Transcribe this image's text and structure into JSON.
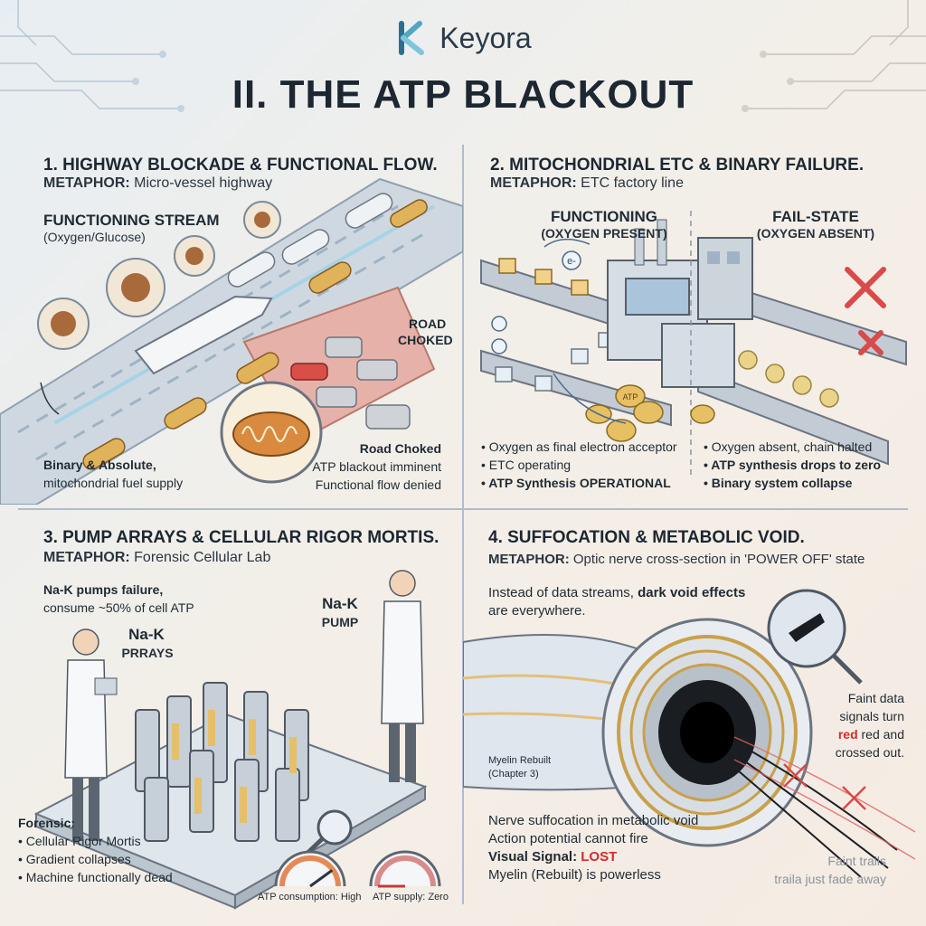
{
  "brand": {
    "name": "Keyora"
  },
  "title": "II. THE ATP BLACKOUT",
  "colors": {
    "accent_red": "#d42a2a",
    "slate": "#1d2731",
    "gold": "#e0b35a",
    "steel": "#8fa3b6"
  },
  "panel1": {
    "title": "1. HIGHWAY BLOCKADE & FUNCTIONAL FLOW.",
    "metaphor_label": "METAPHOR:",
    "metaphor_text": "Micro-vessel highway",
    "stream_title": "FUNCTIONING STREAM",
    "stream_sub": "(Oxygen/Glucose)",
    "road_label_1": "ROAD",
    "road_label_2": "CHOKED",
    "left_line1": "Binary & Absolute,",
    "left_line2": "mitochondrial fuel supply",
    "right_head": "Road Choked",
    "right_line1": "ATP blackout imminent",
    "right_line2": "Functional flow denied"
  },
  "panel2": {
    "title": "2. MITOCHONDRIAL ETC & BINARY FAILURE.",
    "metaphor_label": "METAPHOR:",
    "metaphor_text": "ETC factory line",
    "func_title": "FUNCTIONING",
    "func_sub": "(OXYGEN PRESENT)",
    "fail_title": "FAIL-STATE",
    "fail_sub": "(OXYGEN ABSENT)",
    "left_bullets": [
      "Oxygen as final electron acceptor",
      "ETC operating",
      "ATP Synthesis OPERATIONAL"
    ],
    "right_bullets": [
      "Oxygen absent, chain halted",
      "ATP synthesis drops to zero",
      "Binary system collapse"
    ],
    "coin_label": "ATP",
    "electron_label": "e-"
  },
  "panel3": {
    "title": "3. PUMP ARRAYS & CELLULAR RIGOR MORTIS.",
    "metaphor_label": "METAPHOR:",
    "metaphor_text": "Forensic Cellular Lab",
    "intro_line1": "Na-K pumps failure,",
    "intro_line2": "consume ~50% of cell ATP",
    "arrays_line1": "Na-K",
    "arrays_line2": "PRRAYS",
    "pump_line1": "Na-K",
    "pump_line2": "PUMP",
    "forensic_head": "Forensic:",
    "forensic_bullets": [
      "Cellular Rigor Mortis",
      "Gradient collapses",
      "Machine functionally dead"
    ],
    "gauge1_label": "ATP consumption: High",
    "gauge2_label": "ATP supply: Zero",
    "gauge1_level": 0.8,
    "gauge2_level": 0.0
  },
  "panel4": {
    "title": "4. SUFFOCATION & METABOLIC VOID.",
    "metaphor_label": "METAPHOR:",
    "metaphor_text": "Optic nerve cross-section in 'POWER OFF' state",
    "intro_pre": "Instead of data streams,",
    "intro_bold": "dark void effects",
    "intro_line2": "are everywhere.",
    "faint_line1": "Faint data",
    "faint_line2": "signals turn",
    "faint_red": "red",
    "faint_line3_rest": "red and",
    "faint_line4": "crossed out.",
    "myelin_line1": "Myelin Rebuilt",
    "myelin_line2": "(Chapter 3)",
    "bottom_line1": "Nerve suffocation in metabolic void",
    "bottom_line2": "Action potential cannot fire",
    "signal_label": "Visual Signal:",
    "signal_value": "LOST",
    "bottom_line4": "Myelin (Rebuilt) is powerless",
    "trail_line1": "Faint trails",
    "trail_line2": "traila just fade away"
  }
}
